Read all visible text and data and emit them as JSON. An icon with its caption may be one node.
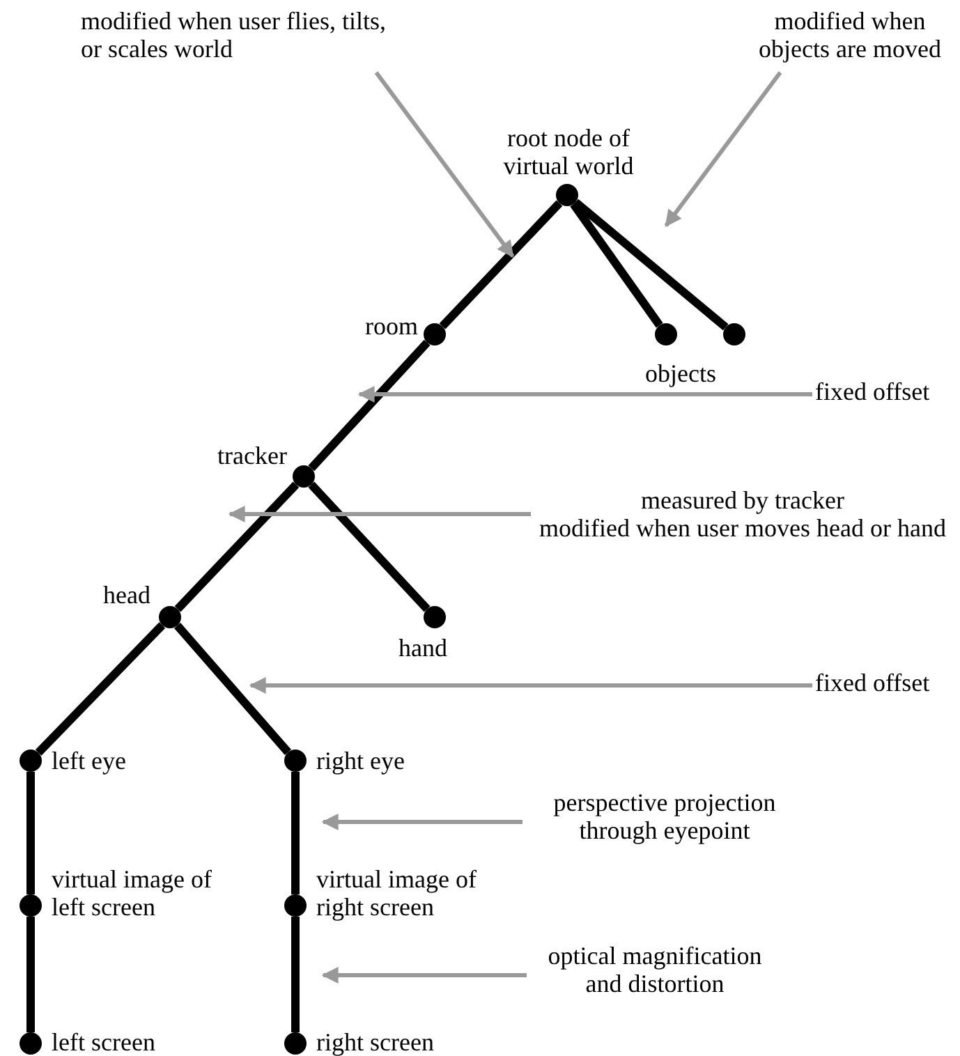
{
  "diagram": {
    "nodes": [
      {
        "text": [],
        "shape": "circle",
        "beside": [
          "root node of virtual world"
        ]
      },
      {
        "text": [],
        "shape": "circle",
        "beside": [
          "room"
        ]
      },
      {
        "text": [],
        "shape": "circle",
        "beside": [
          "objects"
        ]
      },
      {
        "text": [],
        "shape": "circle"
      },
      {
        "text": [],
        "shape": "circle",
        "beside": [
          "tracker"
        ]
      },
      {
        "text": [],
        "shape": "circle",
        "beside": [
          "hand"
        ]
      },
      {
        "text": [],
        "shape": "circle",
        "beside": [
          "head"
        ]
      },
      {
        "text": [],
        "shape": "circle",
        "beside": [
          "left eye"
        ]
      },
      {
        "text": [],
        "shape": "circle",
        "beside": [
          "right eye"
        ]
      },
      {
        "text": [],
        "shape": "circle",
        "beside": [
          "virtual image of left screen"
        ]
      },
      {
        "text": [],
        "shape": "circle",
        "beside": [
          "virtual image of right screen"
        ]
      },
      {
        "text": [],
        "shape": "circle",
        "beside": [
          "left screen"
        ]
      },
      {
        "text": [],
        "shape": "circle",
        "beside": [
          "right screen"
        ]
      },
      {
        "text": [
          "modified when user flies, tilts, or scales world"
        ]
      },
      {
        "text": [
          "modified when objects are moved"
        ]
      },
      {
        "text": [
          "fixed offset"
        ]
      },
      {
        "text": [
          "measured by tracker",
          "modified when user moves head or hand"
        ]
      },
      {
        "text": [
          "fixed offset"
        ]
      },
      {
        "text": [
          "perspective projection through eyepoint"
        ]
      },
      {
        "text": [
          "optical magnification and distortion"
        ]
      }
    ],
    "edges": [
      {
        "from": 0,
        "to": 1,
        "arrow": "none"
      },
      {
        "from": 0,
        "to": 2,
        "arrow": "none"
      },
      {
        "from": 0,
        "to": 3,
        "arrow": "none"
      },
      {
        "from": 1,
        "to": 4,
        "arrow": "none"
      },
      {
        "from": 4,
        "to": 6,
        "arrow": "none"
      },
      {
        "from": 4,
        "to": 5,
        "arrow": "none"
      },
      {
        "from": 6,
        "to": 7,
        "arrow": "none"
      },
      {
        "from": 6,
        "to": 8,
        "arrow": "none"
      },
      {
        "from": 7,
        "to": 9,
        "arrow": "none"
      },
      {
        "from": 8,
        "to": 10,
        "arrow": "none"
      },
      {
        "from": 9,
        "to": 11,
        "arrow": "none"
      },
      {
        "from": 10,
        "to": 12,
        "arrow": "none"
      },
      {
        "from": 13,
        "to": null,
        "arrow": "to",
        "color": "#999999"
      },
      {
        "from": 14,
        "to": null,
        "arrow": "to",
        "color": "#999999"
      },
      {
        "from": 15,
        "to": null,
        "arrow": "to",
        "color": "#999999"
      },
      {
        "from": 16,
        "to": null,
        "arrow": "to",
        "color": "#999999"
      },
      {
        "from": 17,
        "to": null,
        "arrow": "to",
        "color": "#999999"
      },
      {
        "from": 18,
        "to": null,
        "arrow": "to",
        "color": "#999999"
      },
      {
        "from": 19,
        "to": null,
        "arrow": "to",
        "color": "#999999"
      }
    ]
  }
}
